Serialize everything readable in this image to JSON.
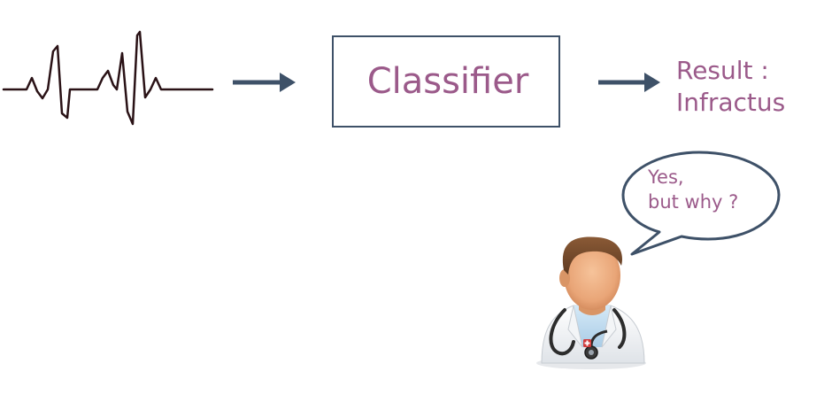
{
  "classifier": {
    "label": "Classifier"
  },
  "result": {
    "line1": "Result :",
    "line2": "Infractus"
  },
  "speech": {
    "line1": "Yes,",
    "line2": "but why ?"
  },
  "colors": {
    "text_accent": "#9b5a8a",
    "arrow": "#3e5168",
    "box_border": "#3e5168",
    "ecg_line": "#2a1216"
  },
  "icons": {
    "ecg": "ecg-waveform-icon",
    "doctor": "doctor-icon"
  }
}
